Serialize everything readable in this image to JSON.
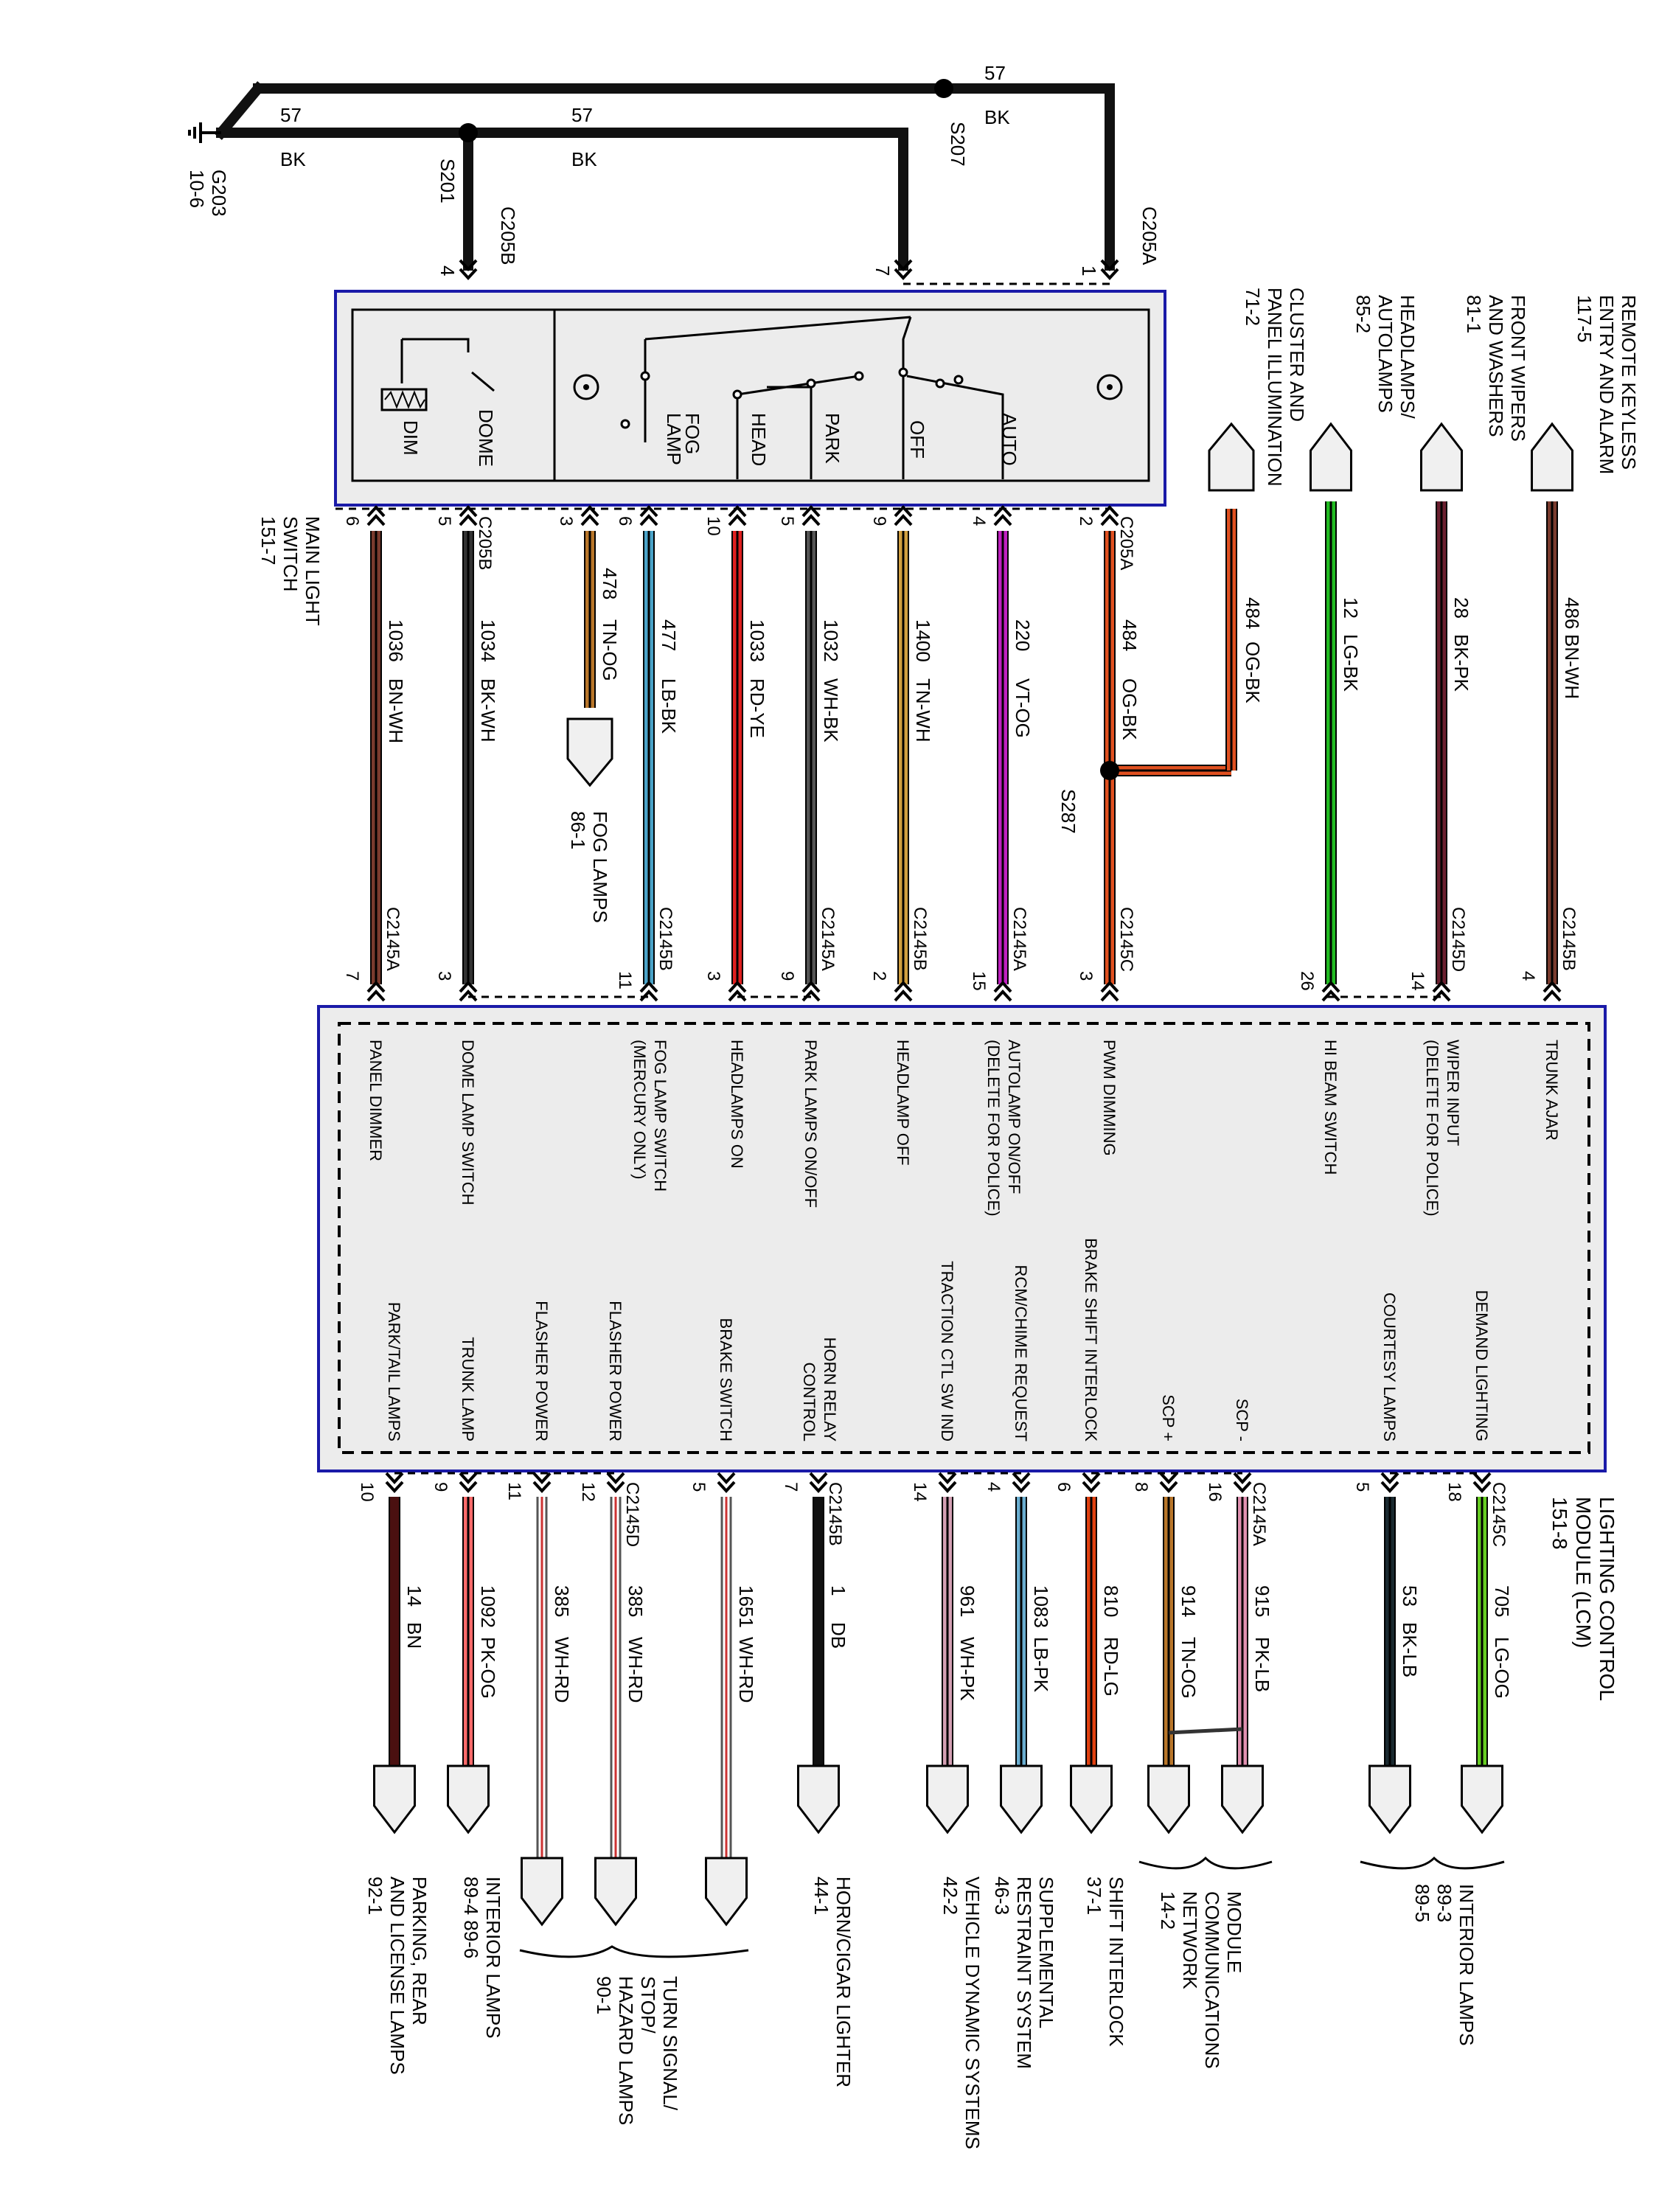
{
  "ground": {
    "id": "G203",
    "ref": "10-6"
  },
  "ground_circuits": [
    {
      "number": "57",
      "color": "BK"
    },
    {
      "number": "57",
      "color": "BK"
    },
    {
      "number": "57",
      "color": "BK"
    }
  ],
  "splices": {
    "s201": "S201",
    "s207": "S207",
    "s287": "S287"
  },
  "top_connectors": [
    {
      "name": "C205B",
      "pin": "4"
    },
    {
      "name": "",
      "pin": "7"
    },
    {
      "name": "C205A",
      "pin": "1"
    }
  ],
  "main_light_switch": {
    "title_lines": [
      "MAIN LIGHT",
      "SWITCH",
      "151-7"
    ],
    "positions": [
      "DIM",
      "DOME",
      "FOG",
      "LAMP",
      "HEAD",
      "PARK",
      "OFF",
      "AUTO"
    ]
  },
  "upper_wires": [
    {
      "pin": "6",
      "conn": "",
      "circuit": "1036",
      "color": "BN-WH",
      "lpin": "7",
      "lconn": "C2145A",
      "stroke": "#7a3b2e"
    },
    {
      "pin": "5",
      "conn": "C205B",
      "circuit": "1034",
      "color": "BK-WH",
      "lpin": "3",
      "lconn": "",
      "stroke": "#333333"
    },
    {
      "pin": "3",
      "conn": "",
      "circuit": "478",
      "color": "TN-OG",
      "lpin": "",
      "lconn": "",
      "stroke": "#b8762a"
    },
    {
      "pin": "6",
      "conn": "",
      "circuit": "477",
      "color": "LB-BK",
      "lpin": "11",
      "lconn": "C2145B",
      "stroke": "#4aa3c8"
    },
    {
      "pin": "10",
      "conn": "",
      "circuit": "1033",
      "color": "RD-YE",
      "lpin": "3",
      "lconn": "",
      "stroke": "#e02020"
    },
    {
      "pin": "5",
      "conn": "",
      "circuit": "1032",
      "color": "WH-BK",
      "lpin": "9",
      "lconn": "C2145A",
      "stroke": "#555555"
    },
    {
      "pin": "9",
      "conn": "",
      "circuit": "1400",
      "color": "TN-WH",
      "lpin": "2",
      "lconn": "C2145B",
      "stroke": "#d2a040"
    },
    {
      "pin": "4",
      "conn": "",
      "circuit": "220",
      "color": "VT-OG",
      "lpin": "15",
      "lconn": "C2145A",
      "stroke": "#c020c0"
    },
    {
      "pin": "2",
      "conn": "C205A",
      "circuit": "484",
      "color": "OG-BK",
      "lpin": "3",
      "lconn": "C2145C",
      "stroke": "#e05020"
    }
  ],
  "cluster_wire": {
    "circuit": "484",
    "color": "OG-BK"
  },
  "cluster_dest": {
    "lines": [
      "CLUSTER AND",
      "PANEL ILLUMINATION",
      "71-2"
    ]
  },
  "fog_dest": {
    "lines": [
      "FOG LAMPS",
      "86-1"
    ]
  },
  "right_inputs": [
    {
      "dest": [
        "HEADLAMPS/",
        "AUTOLAMPS",
        "85-2"
      ],
      "circuit": "12",
      "color": "LG-BK",
      "lpin": "26",
      "lconn": "",
      "stroke": "#22bb22"
    },
    {
      "dest": [
        "FRONT WIPERS",
        "AND WASHERS",
        "81-1"
      ],
      "circuit": "28",
      "color": "BK-PK",
      "lpin": "14",
      "lconn": "C2145D",
      "stroke": "#6b2030"
    },
    {
      "dest": [
        "REMOTE KEYLESS",
        "ENTRY AND ALARM",
        "117-5"
      ],
      "circuit": "486",
      "color": "BN-WH",
      "lpin": "4",
      "lconn": "C2145B",
      "stroke": "#7a3b2e"
    }
  ],
  "lcm": {
    "title_lines": [
      "LIGHTING CONTROL",
      "MODULE (LCM)",
      "151-8"
    ]
  },
  "lcm_inputs": [
    {
      "lines": [
        "PANEL DIMMER"
      ]
    },
    {
      "lines": [
        "DOME LAMP SWITCH"
      ]
    },
    {
      "lines": [
        "FOG LAMP SWITCH",
        "(MERCURY ONLY)"
      ]
    },
    {
      "lines": [
        "HEADLAMPS ON"
      ]
    },
    {
      "lines": [
        "PARK LAMPS ON/OFF"
      ]
    },
    {
      "lines": [
        "HEADLAMP OFF"
      ]
    },
    {
      "lines": [
        "AUTOLAMP ON/OFF",
        "(DELETE FOR POLICE)"
      ]
    },
    {
      "lines": [
        "PWM DIMMING"
      ]
    },
    {
      "lines": [
        "HI BEAM SWITCH"
      ]
    },
    {
      "lines": [
        "WIPER INPUT",
        "(DELETE FOR POLICE)"
      ]
    },
    {
      "lines": [
        "TRUNK AJAR"
      ]
    }
  ],
  "lcm_outputs": [
    {
      "lines": [
        "PARK/TAIL LAMPS"
      ]
    },
    {
      "lines": [
        "TRUNK LAMP"
      ]
    },
    {
      "lines": [
        "FLASHER POWER"
      ]
    },
    {
      "lines": [
        "FLASHER POWER"
      ]
    },
    {
      "lines": [
        "BRAKE SWITCH"
      ]
    },
    {
      "lines": [
        "HORN RELAY",
        "CONTROL"
      ]
    },
    {
      "lines": [
        "TRACTION CTL SW IND"
      ]
    },
    {
      "lines": [
        "RCM/CHIME REQUEST"
      ]
    },
    {
      "lines": [
        "BRAKE SHIFT INTERLOCK"
      ]
    },
    {
      "lines": [
        "SCP +"
      ]
    },
    {
      "lines": [
        "SCP -"
      ]
    },
    {
      "lines": [
        "COURTESY LAMPS"
      ]
    },
    {
      "lines": [
        "DEMAND LIGHTING"
      ]
    }
  ],
  "lower_wires": [
    {
      "pin": "10",
      "conn": "",
      "circuit": "14",
      "color": "BN",
      "stroke": "#4a1010"
    },
    {
      "pin": "9",
      "conn": "",
      "circuit": "1092",
      "color": "PK-OG",
      "stroke": "#ff6a6a"
    },
    {
      "pin": "11",
      "conn": "",
      "circuit": "385",
      "color": "WH-RD",
      "stroke": "#999999"
    },
    {
      "pin": "12",
      "conn": "C2145D",
      "circuit": "385",
      "color": "WH-RD",
      "stroke": "#999999"
    },
    {
      "pin": "5",
      "conn": "",
      "circuit": "1651",
      "color": "WH-RD",
      "stroke": "#999999"
    },
    {
      "pin": "7",
      "conn": "C2145B",
      "circuit": "1",
      "color": "DB",
      "stroke": "#111111"
    },
    {
      "pin": "14",
      "conn": "",
      "circuit": "961",
      "color": "WH-PK",
      "stroke": "#d4a0b4"
    },
    {
      "pin": "4",
      "conn": "",
      "circuit": "1083",
      "color": "LB-PK",
      "stroke": "#6aaed0"
    },
    {
      "pin": "6",
      "conn": "",
      "circuit": "810",
      "color": "RD-LG",
      "stroke": "#e04010"
    },
    {
      "pin": "8",
      "conn": "",
      "circuit": "914",
      "color": "TN-OG",
      "stroke": "#b8762a"
    },
    {
      "pin": "16",
      "conn": "C2145A",
      "circuit": "915",
      "color": "PK-LB",
      "stroke": "#e090b0"
    },
    {
      "pin": "5",
      "conn": "",
      "circuit": "53",
      "color": "BK-LB",
      "stroke": "#1a2a30"
    },
    {
      "pin": "18",
      "conn": "C2145C",
      "circuit": "705",
      "color": "LG-OG",
      "stroke": "#66cc22"
    }
  ],
  "destinations": [
    {
      "lines": [
        "PARKING, REAR",
        "AND LICENSE LAMPS",
        "92-1"
      ]
    },
    {
      "lines": [
        "INTERIOR LAMPS",
        "89-4   89-6"
      ]
    },
    {
      "lines": [
        "TURN SIGNAL/",
        "STOP/",
        "HAZARD LAMPS",
        "90-1"
      ]
    },
    {
      "lines": [
        "HORN/CIGAR LIGHTER",
        "44-1"
      ]
    },
    {
      "lines": [
        "VEHICLE DYNAMIC SYSTEMS",
        "42-2"
      ]
    },
    {
      "lines": [
        "SUPPLEMENTAL",
        "RESTRAINT SYSTEM",
        "46-3"
      ]
    },
    {
      "lines": [
        "SHIFT INTERLOCK",
        "37-1"
      ]
    },
    {
      "lines": [
        "MODULE",
        "COMMUNICATIONS",
        "NETWORK",
        "14-2"
      ]
    },
    {
      "lines": [
        "INTERIOR LAMPS",
        "89-3",
        "89-5"
      ]
    }
  ]
}
